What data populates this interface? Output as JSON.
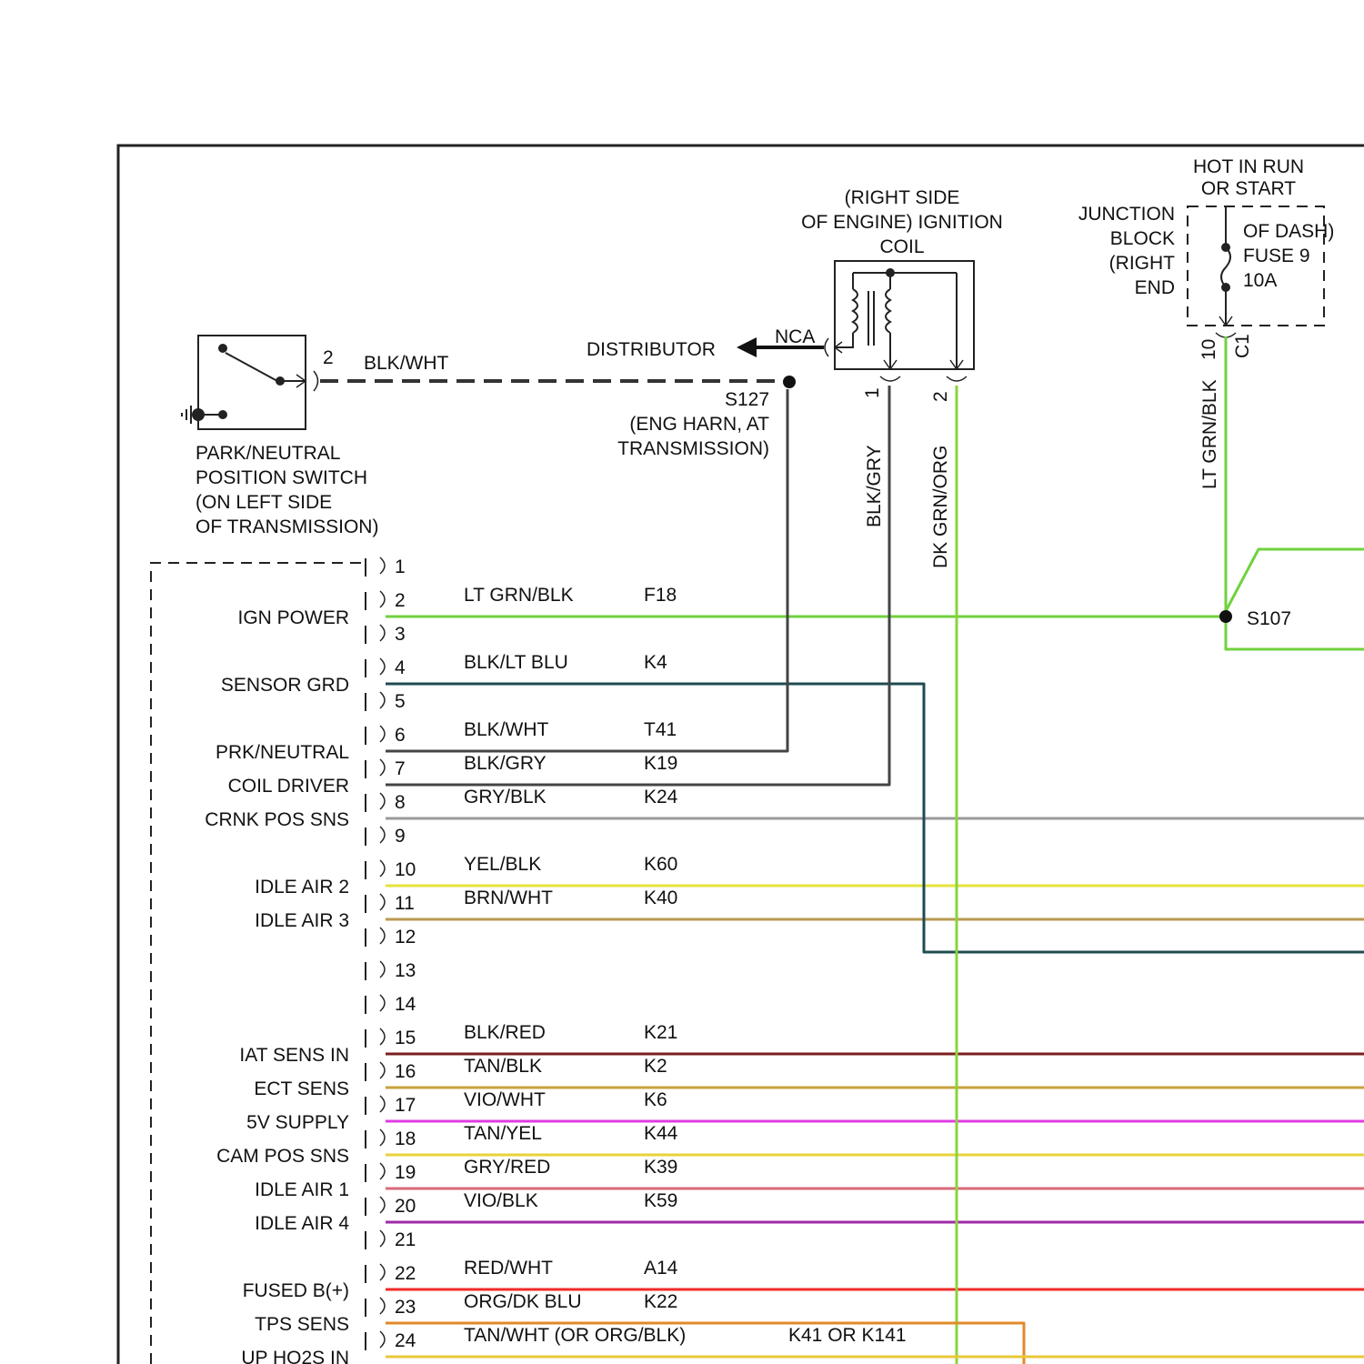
{
  "diagram": {
    "park_neutral": {
      "label_lines": [
        "PARK/NEUTRAL",
        "POSITION SWITCH",
        "(ON LEFT SIDE",
        "OF TRANSMISSION)"
      ],
      "pin": "2",
      "wire_label": "BLK/WHT"
    },
    "distributor": {
      "label": "DISTRIBUTOR",
      "nca": "NCA"
    },
    "splice_s127": {
      "label_lines": [
        "S127",
        "(ENG HARN, AT",
        "TRANSMISSION)"
      ]
    },
    "ignition_coil": {
      "label_lines": [
        "(RIGHT SIDE",
        "OF ENGINE) IGNITION",
        "COIL"
      ],
      "pin1": "1",
      "pin2": "2",
      "wire1": "BLK/GRY",
      "wire2": "DK GRN/ORG"
    },
    "hot_label_lines": [
      "HOT IN RUN",
      "OR START"
    ],
    "junction_block": {
      "left_lines": [
        "JUNCTION",
        "BLOCK",
        "(RIGHT",
        "END"
      ],
      "inner_lines": [
        "OF DASH)",
        "FUSE 9",
        "10A"
      ],
      "pin": "10",
      "connector": "C1",
      "wire": "LT GRN/BLK"
    },
    "splice_s107": "S107",
    "pcm_pins": [
      {
        "pin": "1",
        "func": "",
        "color": "",
        "circuit": "",
        "hex": ""
      },
      {
        "pin": "2",
        "func": "IGN POWER",
        "color": "LT GRN/BLK",
        "circuit": "F18",
        "hex": "#7ad44a"
      },
      {
        "pin": "3",
        "func": "",
        "color": "",
        "circuit": "",
        "hex": ""
      },
      {
        "pin": "4",
        "func": "SENSOR GRD",
        "color": "BLK/LT BLU",
        "circuit": "K4",
        "hex": "#1f4b52"
      },
      {
        "pin": "5",
        "func": "",
        "color": "",
        "circuit": "",
        "hex": ""
      },
      {
        "pin": "6",
        "func": "PRK/NEUTRAL",
        "color": "BLK/WHT",
        "circuit": "T41",
        "hex": "#444444"
      },
      {
        "pin": "7",
        "func": "COIL DRIVER",
        "color": "BLK/GRY",
        "circuit": "K19",
        "hex": "#444444"
      },
      {
        "pin": "8",
        "func": "CRNK POS SNS",
        "color": "GRY/BLK",
        "circuit": "K24",
        "hex": "#9a9a9a"
      },
      {
        "pin": "9",
        "func": "",
        "color": "",
        "circuit": "",
        "hex": ""
      },
      {
        "pin": "10",
        "func": "IDLE AIR 2",
        "color": "YEL/BLK",
        "circuit": "K60",
        "hex": "#e6e23a"
      },
      {
        "pin": "11",
        "func": "IDLE AIR 3",
        "color": "BRN/WHT",
        "circuit": "K40",
        "hex": "#b89a52"
      },
      {
        "pin": "12",
        "func": "",
        "color": "",
        "circuit": "",
        "hex": ""
      },
      {
        "pin": "13",
        "func": "",
        "color": "",
        "circuit": "",
        "hex": ""
      },
      {
        "pin": "14",
        "func": "",
        "color": "",
        "circuit": "",
        "hex": ""
      },
      {
        "pin": "15",
        "func": "IAT SENS IN",
        "color": "BLK/RED",
        "circuit": "K21",
        "hex": "#7a1f1f"
      },
      {
        "pin": "16",
        "func": "ECT SENS",
        "color": "TAN/BLK",
        "circuit": "K2",
        "hex": "#c8a23c"
      },
      {
        "pin": "17",
        "func": "5V SUPPLY",
        "color": "VIO/WHT",
        "circuit": "K6",
        "hex": "#e03ce0"
      },
      {
        "pin": "18",
        "func": "CAM POS SNS",
        "color": "TAN/YEL",
        "circuit": "K44",
        "hex": "#e8d23a"
      },
      {
        "pin": "19",
        "func": "IDLE AIR 1",
        "color": "GRY/RED",
        "circuit": "K39",
        "hex": "#d86a78"
      },
      {
        "pin": "20",
        "func": "IDLE AIR 4",
        "color": "VIO/BLK",
        "circuit": "K59",
        "hex": "#a02aa8"
      },
      {
        "pin": "21",
        "func": "",
        "color": "",
        "circuit": "",
        "hex": ""
      },
      {
        "pin": "22",
        "func": "FUSED B(+)",
        "color": "RED/WHT",
        "circuit": "A14",
        "hex": "#f02a2a"
      },
      {
        "pin": "23",
        "func": "TPS SENS",
        "color": "ORG/DK BLU",
        "circuit": "K22",
        "hex": "#e08a2a"
      },
      {
        "pin": "24",
        "func": "UP HO2S IN",
        "color": "TAN/WHT (OR ORG/BLK)",
        "circuit": "K41 OR K141",
        "hex": "#e8c83a"
      }
    ],
    "colors": {
      "lt_grn": "#6fd23e",
      "dk_grn": "#8ad43a",
      "blk_lt_blu": "#1f4b52",
      "outline": "#222222"
    }
  }
}
